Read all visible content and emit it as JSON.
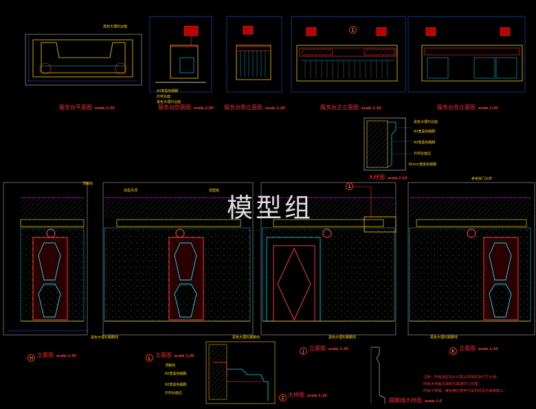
{
  "watermark": "模型组",
  "titles": [
    {
      "text": "服务台平面图",
      "scale": "scale 1:30"
    },
    {
      "text": "服务台剖面图",
      "scale": "scale 1:30"
    },
    {
      "text": "服务台侧立面图",
      "scale": "scale 1:30"
    },
    {
      "text": "服务台正立面图",
      "scale": "scale 1:30"
    },
    {
      "text": "服务台背立面图",
      "scale": "scale 1:30"
    },
    {
      "text": "大样图",
      "scale": "scale 1:10"
    },
    {
      "text": "立面图",
      "scale": "scale 1:30"
    },
    {
      "text": "立面图",
      "scale": "scale 1:30"
    },
    {
      "text": "立面图",
      "scale": "scale 1:30"
    },
    {
      "text": "立面图",
      "scale": "scale 1:30"
    },
    {
      "text": "大样图",
      "scale": "scale 1:10"
    },
    {
      "text": "踢脚线大样图",
      "scale": "scale 1:5"
    }
  ],
  "markers": [
    "1",
    "1",
    "H",
    "L",
    "J",
    "K",
    "2"
  ],
  "notes": [
    "注明：所有造型设计均需以现场实际尺寸为准；",
    "所有木饰面及墙纸均需做防火处理；",
    "所有不锈钢、镀钛等均按甲方提供样品为准做施工。"
  ],
  "labels": {
    "plan_top": "黑色大理石台面",
    "service_callouts": [
      "60宽黑色踢脚",
      "石材台面",
      "黑色大理石台面"
    ],
    "detail1": [
      "黑色大理石台面",
      "60宽黑色踢脚",
      "60宽黑色踢脚",
      "石材台面边",
      "30mm宽黑色踢脚"
    ],
    "elev_top": [
      "顶棚线",
      "造型吊顶",
      "铝塑板",
      "参考房门大样"
    ],
    "elev_bottom": [
      "黑色大理石踢脚线",
      "黑色大理石踢脚线",
      "黑色大理石踢脚线",
      "黑色大理石踢脚线"
    ],
    "detail2": [
      "顶棚线",
      "60宽黑色踢脚",
      "60宽黑色踢脚",
      "石材台面边"
    ]
  }
}
